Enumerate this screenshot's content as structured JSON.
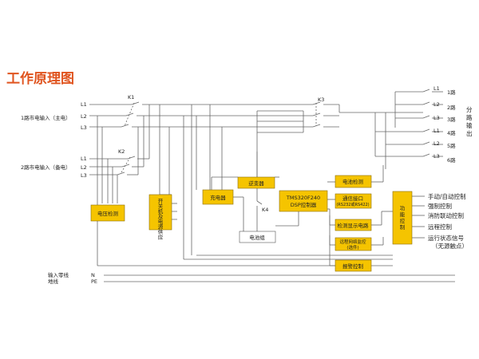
{
  "title": "工作原理图",
  "colors": {
    "title": "#e0541f",
    "box_fill": "#f5c400",
    "box_stroke": "#8a6d00",
    "wire": "#666666"
  },
  "inputs": {
    "main": "1路市电输入（主电）",
    "backup": "2路市电输入（备电）",
    "phases": [
      "L1",
      "L2",
      "L3"
    ]
  },
  "switches": {
    "k1": "K1",
    "k2": "K2",
    "k3": "K3",
    "k4": "K4"
  },
  "outputs": {
    "title": "分路输出",
    "phases": [
      "L1",
      "L2",
      "L3",
      "L1",
      "L2",
      "L3"
    ],
    "routes": [
      "1路",
      "2路",
      "3路",
      "4路",
      "5路",
      "6路"
    ]
  },
  "boxes": {
    "voltage_detect": "电压检测",
    "switch_power": "开关机及电源供应",
    "charger": "充电器",
    "inverter": "逆变器",
    "battery": "电池组",
    "dsp_line1": "TMS320F240",
    "dsp_line2": "DSP控制器",
    "battery_detect": "电池检测",
    "comm_line1": "通信接口",
    "comm_line2": "(RS232或RS422)",
    "detect_display": "检测显示电路",
    "remote_line1": "远程网络监控",
    "remote_line2": "(选件)",
    "alarm": "报警控制",
    "function_control": "功能控制"
  },
  "functions": [
    "手动/自动控制",
    "强制控制",
    "消防联动控制",
    "远程控制",
    "运行状态信号",
    "（无源触点）"
  ],
  "ground": {
    "neutral_label": "输入零线",
    "neutral_code": "N",
    "earth_label": "地线",
    "earth_code": "PE"
  }
}
